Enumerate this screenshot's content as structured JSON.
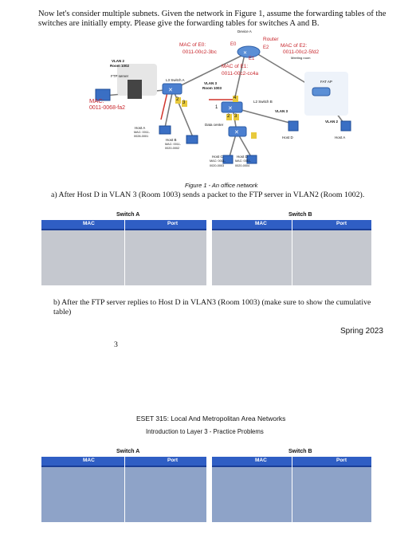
{
  "intro": "Now let's consider multiple subnets. Given the network in Figure 1, assume the forwarding tables of the switches are initially empty. Please give the forwarding tables for switches A and B.",
  "figure": {
    "device_a": "Device A",
    "router": "Router",
    "mac_e0": "MAC of E0:",
    "mac_e0_val": "0011-00c2-3bc",
    "e0": "E0",
    "e2": "E2",
    "e1": "E1",
    "mac_e2": "MAC of E2:",
    "mac_e2_val": "0011-00c2-5fd2",
    "meeting_room": "Meeting room",
    "mac_e1": "MAC of E1:",
    "mac_e1_val": "0011-00c2-cc4a",
    "vlan2": "VLAN 2",
    "room1002": "Room 1002",
    "ftp_server": "FTP server",
    "l3_switch_a": "L3 Switch A",
    "vlan3": "VLAN 3",
    "room1003": "Room 1003",
    "l2_switch_b": "L2 Switch B",
    "fat_ap": "FAT AP",
    "mac_left": "MAC:",
    "mac_left_val": "0011-0068-fa2",
    "vlan3_b": "VLAN 3",
    "vlan2_b": "VLAN 2",
    "data_center": "Data center",
    "host_a": "Host A",
    "host_a_mac": "MAC: 0011-",
    "host_a_mac2": "0028-0001",
    "host_b": "Host B",
    "host_b_mac": "MAC: 0011-",
    "host_b_mac2": "0020-0002",
    "host_c": "Host C",
    "host_d": "Host D",
    "host_c_mac": "MAC: 0011-",
    "host_c_mac2": "0020-0003",
    "host_d_mac": "MAC: 0011-",
    "host_d_mac2": "0020-0004",
    "host_d_right": "Host D",
    "host_a_right": "Host A",
    "p1": "1",
    "p2": "2",
    "p3": "3",
    "p4": "4",
    "p2b": "2",
    "p3b": "3",
    "p1b": "1"
  },
  "caption": "Figure 1 - An office network",
  "question_a": "a)   After Host D in VLAN 3 (Room 1003) sends a packet to the FTP server in VLAN2 (Room 1002).",
  "question_b": "b)   After the FTP server replies to Host D in VLAN3 (Room 1003) (make sure to show the cumulative table)",
  "switch_a": "Switch A",
  "switch_b": "Switch B",
  "col_mac": "MAC",
  "col_port": "Port",
  "spring": "Spring 2023",
  "page_number": "3",
  "course": "ESET 315: Local And Metropolitan Area Networks",
  "subtitle": "Introduction to Layer 3 - Practice Problems"
}
